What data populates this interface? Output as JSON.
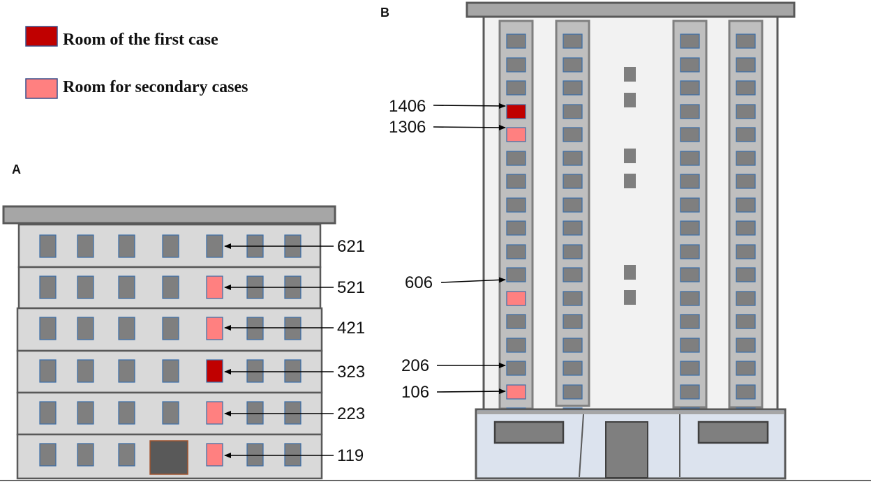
{
  "legend": {
    "first_case_label": "Room of the first case",
    "secondary_cases_label": "Room for secondary cases"
  },
  "panel_a": {
    "letter": "A",
    "labels": [
      "621",
      "521",
      "421",
      "323",
      "223",
      "119"
    ]
  },
  "panel_b": {
    "letter": "B",
    "labels": [
      "1406",
      "1306",
      "606",
      "206",
      "106"
    ]
  },
  "colors": {
    "first_case": "#c00000",
    "secondary_case": "#ff8080",
    "window": "#7f7f7f",
    "window_border": "#3a6ea8",
    "wall": "#d9d9d9",
    "outline": "#595959"
  }
}
